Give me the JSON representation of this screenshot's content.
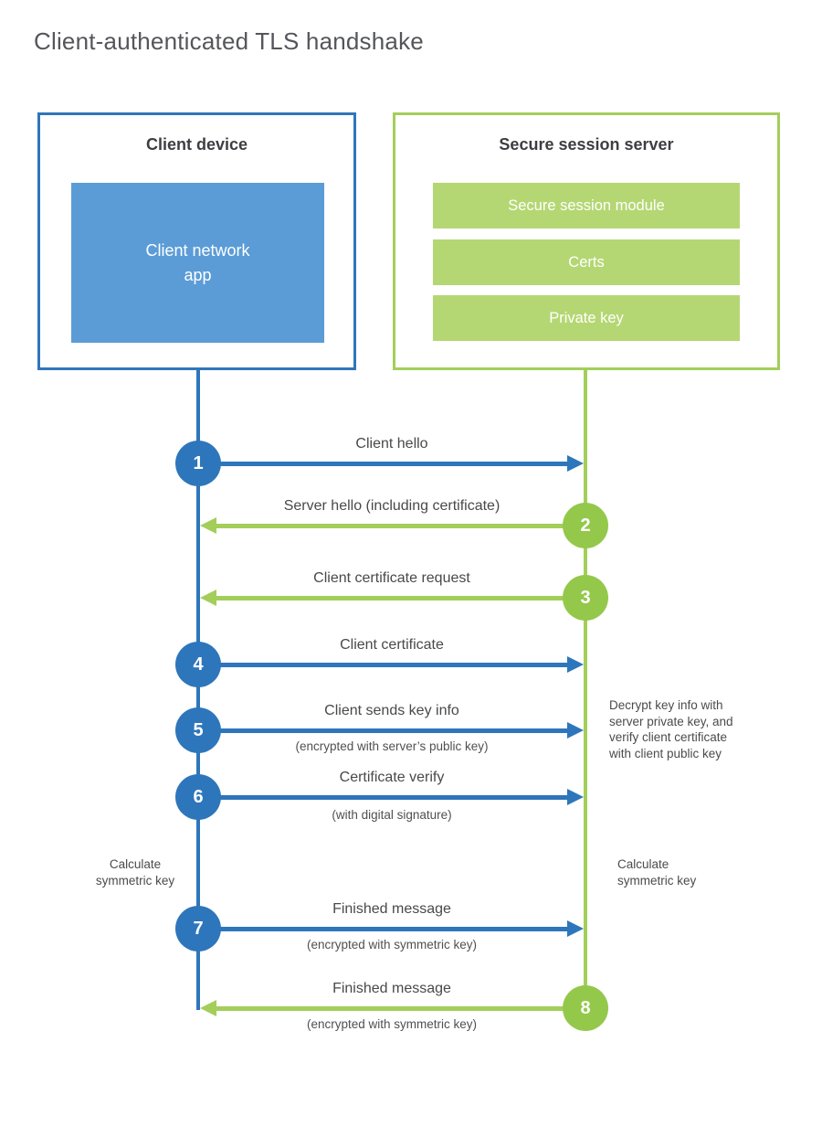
{
  "title": "Client-authenticated TLS handshake",
  "colors": {
    "blue_stroke": "#2e76bb",
    "blue_fill": "#5b9cd7",
    "green_stroke": "#a3ce5a",
    "green_fill": "#b5d773",
    "green_circle": "#94c84b"
  },
  "client": {
    "title": "Client device",
    "app_label": "Client network\napp"
  },
  "server": {
    "title": "Secure session server",
    "modules": [
      "Secure session module",
      "Certs",
      "Private key"
    ]
  },
  "steps": [
    {
      "num": "1",
      "label": "Client hello",
      "direction": "client-to-server"
    },
    {
      "num": "2",
      "label": "Server hello (including certificate)",
      "direction": "server-to-client"
    },
    {
      "num": "3",
      "label": "Client certificate request",
      "direction": "server-to-client"
    },
    {
      "num": "4",
      "label": "Client certificate",
      "direction": "client-to-server"
    },
    {
      "num": "5",
      "label": "Client sends key info",
      "sub": "(encrypted with server’s public key)",
      "direction": "client-to-server"
    },
    {
      "num": "6",
      "label": "Certificate verify",
      "sub": "(with digital signature)",
      "direction": "client-to-server"
    },
    {
      "num": "7",
      "label": "Finished message",
      "sub": "(encrypted with symmetric key)",
      "direction": "client-to-server"
    },
    {
      "num": "8",
      "label": "Finished message",
      "sub": "(encrypted with symmetric key)",
      "direction": "server-to-client"
    }
  ],
  "annotations": {
    "decrypt_note": "Decrypt key info with\nserver private key, and\nverify client certificate\nwith client public key",
    "calc_left": "Calculate\nsymmetric key",
    "calc_right": "Calculate\nsymmetric key"
  }
}
